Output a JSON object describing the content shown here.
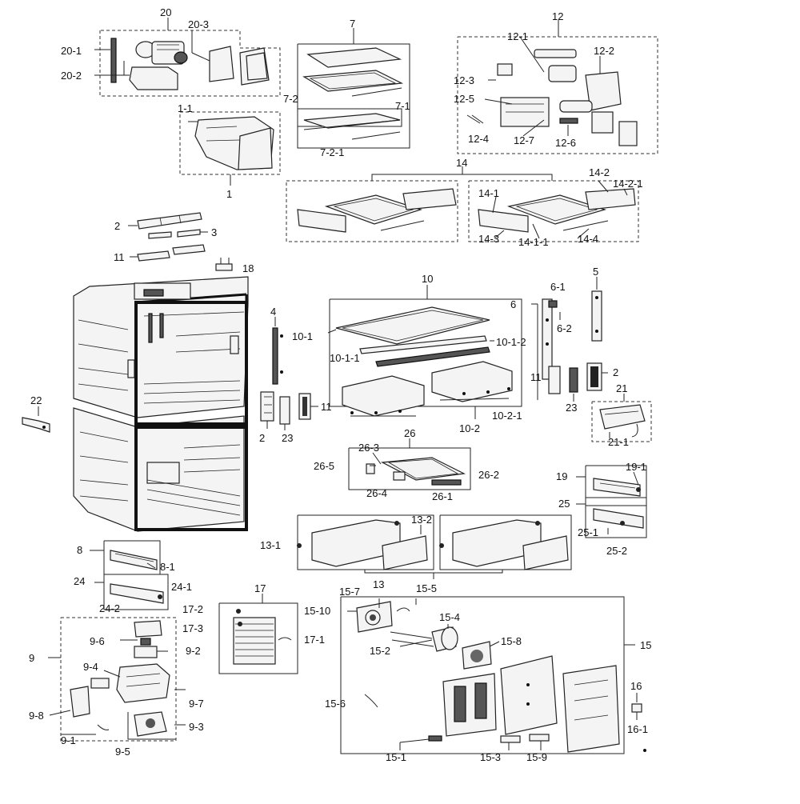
{
  "callouts": [
    {
      "id": "c20",
      "label": "20"
    },
    {
      "id": "c20_3",
      "label": "20-3"
    },
    {
      "id": "c20_1",
      "label": "20-1"
    },
    {
      "id": "c20_2",
      "label": "20-2"
    },
    {
      "id": "c7",
      "label": "7"
    },
    {
      "id": "c7_2",
      "label": "7-2"
    },
    {
      "id": "c7_1",
      "label": "7-1"
    },
    {
      "id": "c7_2_1",
      "label": "7-2-1"
    },
    {
      "id": "c1_1",
      "label": "1-1"
    },
    {
      "id": "c1",
      "label": "1"
    },
    {
      "id": "c12",
      "label": "12"
    },
    {
      "id": "c12_1",
      "label": "12-1"
    },
    {
      "id": "c12_2",
      "label": "12-2"
    },
    {
      "id": "c12_3",
      "label": "12-3"
    },
    {
      "id": "c12_5",
      "label": "12-5"
    },
    {
      "id": "c12_4",
      "label": "12-4"
    },
    {
      "id": "c12_7",
      "label": "12-7"
    },
    {
      "id": "c12_6",
      "label": "12-6"
    },
    {
      "id": "c14",
      "label": "14"
    },
    {
      "id": "c14_2",
      "label": "14-2"
    },
    {
      "id": "c14_2_1",
      "label": "14-2-1"
    },
    {
      "id": "c14_1",
      "label": "14-1"
    },
    {
      "id": "c14_3",
      "label": "14-3"
    },
    {
      "id": "c14_1_1",
      "label": "14-1-1"
    },
    {
      "id": "c14_4",
      "label": "14-4"
    },
    {
      "id": "c2a",
      "label": "2"
    },
    {
      "id": "c3",
      "label": "3"
    },
    {
      "id": "c11a",
      "label": "11"
    },
    {
      "id": "c18",
      "label": "18"
    },
    {
      "id": "c10",
      "label": "10"
    },
    {
      "id": "c4",
      "label": "4"
    },
    {
      "id": "c10_1",
      "label": "10-1"
    },
    {
      "id": "c10_1_2",
      "label": "10-1-2"
    },
    {
      "id": "c10_1_1",
      "label": "10-1-1"
    },
    {
      "id": "c6",
      "label": "6"
    },
    {
      "id": "c6_1",
      "label": "6-1"
    },
    {
      "id": "c6_2",
      "label": "6-2"
    },
    {
      "id": "c5",
      "label": "5"
    },
    {
      "id": "c11b",
      "label": "11"
    },
    {
      "id": "c2b",
      "label": "2"
    },
    {
      "id": "c23b",
      "label": "23"
    },
    {
      "id": "c21",
      "label": "21"
    },
    {
      "id": "c21_1",
      "label": "21-1"
    },
    {
      "id": "c10_2_1",
      "label": "10-2-1"
    },
    {
      "id": "c10_2",
      "label": "10-2"
    },
    {
      "id": "c22",
      "label": "22"
    },
    {
      "id": "c11c",
      "label": "11"
    },
    {
      "id": "c2c",
      "label": "2"
    },
    {
      "id": "c23a",
      "label": "23"
    },
    {
      "id": "c26",
      "label": "26"
    },
    {
      "id": "c26_3",
      "label": "26-3"
    },
    {
      "id": "c26_5",
      "label": "26-5"
    },
    {
      "id": "c26_2",
      "label": "26-2"
    },
    {
      "id": "c26_4",
      "label": "26-4"
    },
    {
      "id": "c26_1",
      "label": "26-1"
    },
    {
      "id": "c19",
      "label": "19"
    },
    {
      "id": "c19_1",
      "label": "19-1"
    },
    {
      "id": "c25",
      "label": "25"
    },
    {
      "id": "c25_1",
      "label": "25-1"
    },
    {
      "id": "c25_2",
      "label": "25-2"
    },
    {
      "id": "c13_2",
      "label": "13-2"
    },
    {
      "id": "c13_1",
      "label": "13-1"
    },
    {
      "id": "c13",
      "label": "13"
    },
    {
      "id": "c8",
      "label": "8"
    },
    {
      "id": "c8_1",
      "label": "8-1"
    },
    {
      "id": "c24",
      "label": "24"
    },
    {
      "id": "c24_1",
      "label": "24-1"
    },
    {
      "id": "c24_2",
      "label": "24-2"
    },
    {
      "id": "c17",
      "label": "17"
    },
    {
      "id": "c17_2",
      "label": "17-2"
    },
    {
      "id": "c17_3",
      "label": "17-3"
    },
    {
      "id": "c17_1",
      "label": "17-1"
    },
    {
      "id": "c15_7",
      "label": "15-7"
    },
    {
      "id": "c15_5",
      "label": "15-5"
    },
    {
      "id": "c15_10",
      "label": "15-10"
    },
    {
      "id": "c15_4",
      "label": "15-4"
    },
    {
      "id": "c15_2",
      "label": "15-2"
    },
    {
      "id": "c15_8",
      "label": "15-8"
    },
    {
      "id": "c15",
      "label": "15"
    },
    {
      "id": "c16",
      "label": "16"
    },
    {
      "id": "c16_1",
      "label": "16-1"
    },
    {
      "id": "c15_6",
      "label": "15-6"
    },
    {
      "id": "c15_1",
      "label": "15-1"
    },
    {
      "id": "c15_3",
      "label": "15-3"
    },
    {
      "id": "c15_9",
      "label": "15-9"
    },
    {
      "id": "c9",
      "label": "9"
    },
    {
      "id": "c9_6",
      "label": "9-6"
    },
    {
      "id": "c9_2",
      "label": "9-2"
    },
    {
      "id": "c9_4",
      "label": "9-4"
    },
    {
      "id": "c9_7",
      "label": "9-7"
    },
    {
      "id": "c9_8",
      "label": "9-8"
    },
    {
      "id": "c9_3",
      "label": "9-3"
    },
    {
      "id": "c9_1",
      "label": "9-1"
    },
    {
      "id": "c9_5",
      "label": "9-5"
    }
  ]
}
